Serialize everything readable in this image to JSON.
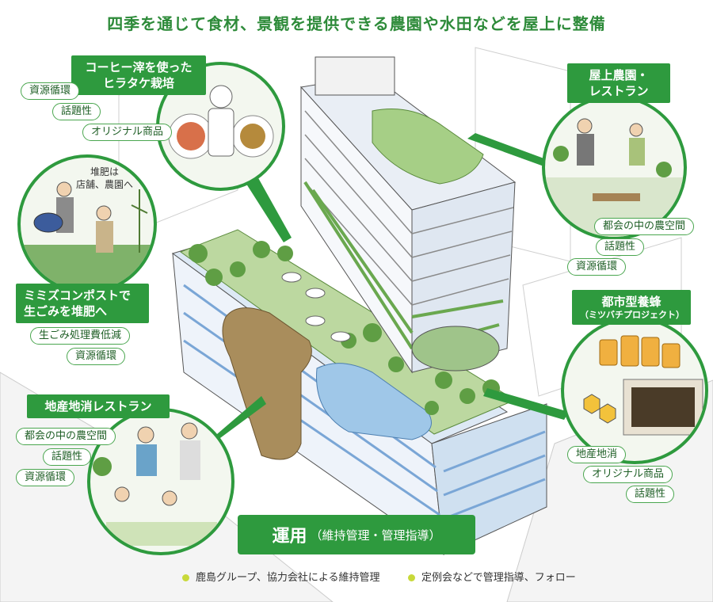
{
  "title": "四季を通じて食材、景観を提供できる農園や水田などを屋上に整備",
  "coffee": {
    "label_line1": "コーヒー滓を使った",
    "label_line2": "ヒラタケ栽培",
    "tags": [
      "資源循環",
      "話題性",
      "オリジナル商品"
    ]
  },
  "compost_note": {
    "line1": "堆肥は",
    "line2": "店舗、農園へ"
  },
  "mimizu": {
    "label_line1": "ミミズコンポストで",
    "label_line2": "生ごみを堆肥へ",
    "tags": [
      "生ごみ処理費低減",
      "資源循環"
    ]
  },
  "local_restaurant": {
    "label": "地産地消レストラン",
    "tags": [
      "都会の中の農空間",
      "話題性",
      "資源循環"
    ]
  },
  "rooftop_farm": {
    "label_line1": "屋上農園・",
    "label_line2": "レストラン",
    "tags": [
      "都会の中の農空間",
      "話題性",
      "資源循環"
    ]
  },
  "beekeeping": {
    "label": "都市型養蜂",
    "sublabel": "（ミツバチプロジェクト）",
    "tags": [
      "地産地消",
      "オリジナル商品",
      "話題性"
    ]
  },
  "operations": {
    "main": "運用",
    "sub": "（維持管理・管理指導）"
  },
  "notes": [
    "鹿島グループ、協力会社による維持管理",
    "定例会などで管理指導、フォロー"
  ],
  "colors": {
    "brand_green": "#2e9a3e",
    "title_green": "#2e8b3a",
    "bullet": "#c8d93a"
  }
}
